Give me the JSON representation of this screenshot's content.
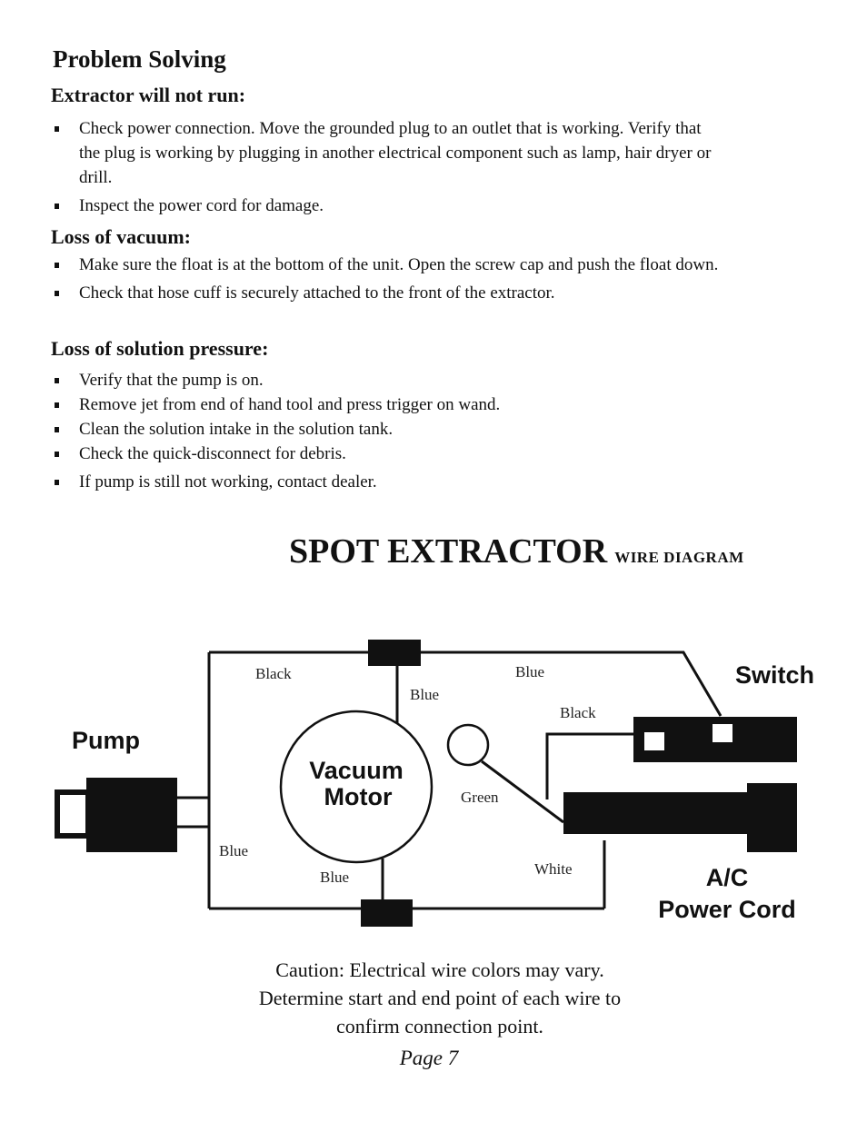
{
  "problem_solving": {
    "title": "Problem Solving",
    "sections": [
      {
        "heading": "Extractor will not run:",
        "items": [
          "Check power connection.  Move the grounded plug to an outlet that is working.  Verify that the plug is working by plugging in another electrical component such as lamp, hair dryer or drill.",
          "Inspect the power cord for damage."
        ]
      },
      {
        "heading": "Loss of vacuum:",
        "items": [
          "Make sure the float is at the bottom of the unit.  Open the screw cap and push the float down.",
          "Check that hose cuff is securely attached to the front of the extractor."
        ]
      },
      {
        "heading": "Loss of solution pressure:",
        "items": [
          "Verify that the pump is on.",
          "Remove jet from end of hand tool and press trigger on wand.",
          "Clean the solution intake in the solution tank.",
          "Check the quick-disconnect for debris.",
          "If pump is still not working, contact dealer."
        ]
      }
    ]
  },
  "diagram": {
    "title": "SPOT EXTRACTOR",
    "subtitle": "WIRE DIAGRAM",
    "components": {
      "pump": "Pump",
      "vacuum_motor_line1": "Vacuum",
      "vacuum_motor_line2": "Motor",
      "switch": "Switch",
      "power_cord_line1": "A/C",
      "power_cord_line2": "Power Cord"
    },
    "wire_labels": {
      "black_top": "Black",
      "blue_top_left": "Blue",
      "blue_top_right": "Blue",
      "black_switch": "Black",
      "green": "Green",
      "blue_left": "Blue",
      "blue_bottom": "Blue",
      "white": "White"
    }
  },
  "caution": {
    "line1": "Caution: Electrical wire colors may vary.",
    "line2": "Determine start and end point of each wire to",
    "line3": "confirm connection point."
  },
  "page_number": "Page 7"
}
